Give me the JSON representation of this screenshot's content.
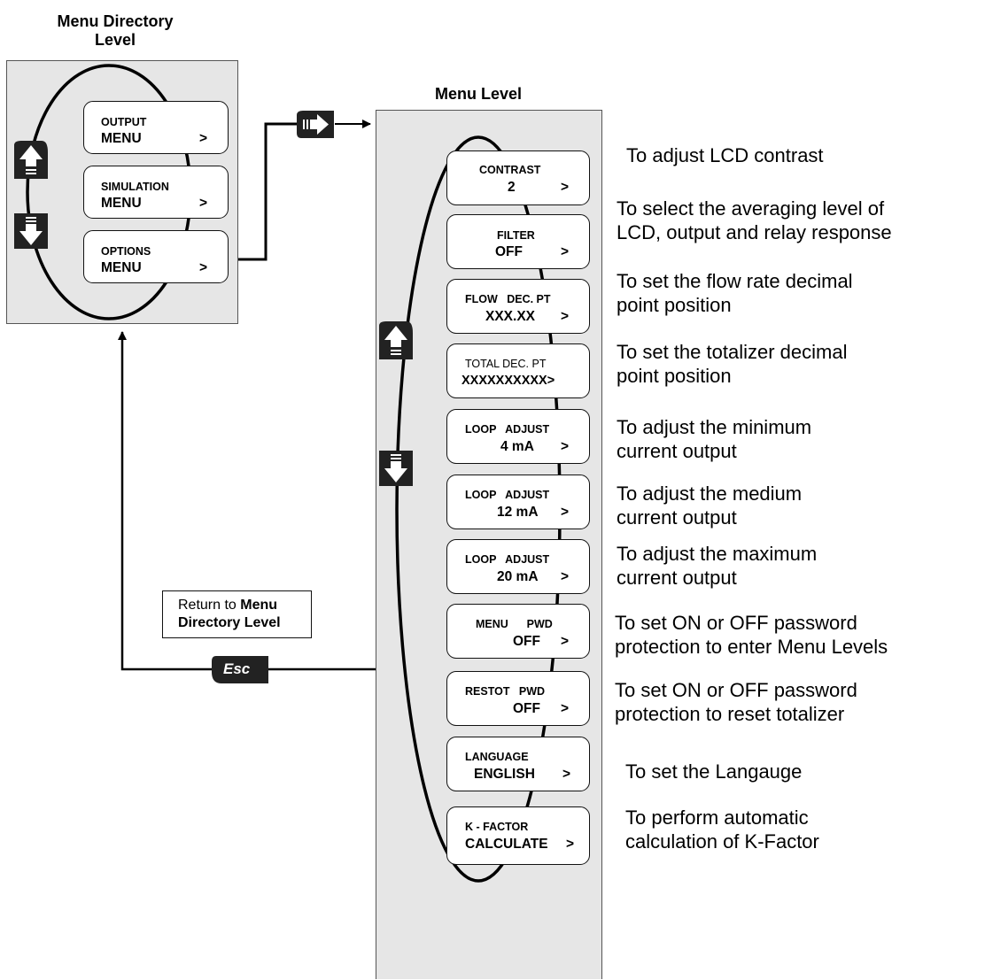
{
  "directory": {
    "title": [
      "Menu Directory",
      "Level"
    ],
    "items": [
      {
        "line1": "OUTPUT",
        "line2": "MENU",
        "arrow": ">"
      },
      {
        "line1": "SIMULATION",
        "line2": "MENU",
        "arrow": ">"
      },
      {
        "line1": "OPTIONS",
        "line2": "MENU",
        "arrow": ">"
      }
    ]
  },
  "menu_level": {
    "title": "Menu Level",
    "items": [
      {
        "line1": "CONTRAST",
        "line2": "2",
        "arrow": ">",
        "description": [
          "To adjust LCD contrast"
        ]
      },
      {
        "line1": "FILTER",
        "line2": "OFF",
        "arrow": ">",
        "description": [
          "To select the averaging level of",
          "LCD, output and relay response"
        ]
      },
      {
        "line1": "FLOW   DEC. PT",
        "line2": "XXX.XX",
        "arrow": ">",
        "description": [
          "To set the flow rate decimal",
          "point position"
        ]
      },
      {
        "line1": "TOTAL DEC. PT",
        "line2": "XXXXXXXXXX>",
        "arrow": "",
        "description": [
          "To set the totalizer decimal",
          "point position"
        ]
      },
      {
        "line1": "LOOP   ADJUST",
        "line2": "4 mA",
        "arrow": ">",
        "description": [
          "To adjust the minimum",
          "current output"
        ]
      },
      {
        "line1": "LOOP   ADJUST",
        "line2": "12 mA",
        "arrow": ">",
        "description": [
          "To adjust the medium",
          "current output"
        ]
      },
      {
        "line1": "LOOP   ADJUST",
        "line2": "20 mA",
        "arrow": ">",
        "description": [
          "To adjust the maximum",
          "current output"
        ]
      },
      {
        "line1": "MENU      PWD",
        "line2": "OFF",
        "arrow": ">",
        "description": [
          "To set ON or OFF password",
          "protection to enter Menu Levels"
        ]
      },
      {
        "line1": "RESTOT   PWD",
        "line2": "OFF",
        "arrow": ">",
        "description": [
          "To set ON or OFF password",
          "protection to reset totalizer"
        ]
      },
      {
        "line1": "LANGUAGE",
        "line2": "ENGLISH",
        "arrow": ">",
        "description": [
          "To set the Langauge"
        ]
      },
      {
        "line1": "K - FACTOR",
        "line2": "CALCULATE",
        "arrow": ">",
        "description": [
          "To perform automatic",
          "calculation of K-Factor"
        ]
      }
    ]
  },
  "return_box": {
    "prefix": "Return to ",
    "bold1": "Menu",
    "bold2": "Directory Level"
  },
  "esc_key": {
    "label": "Esc"
  },
  "icons": {
    "up": "up-arrow-key-icon",
    "down": "down-arrow-key-icon",
    "enter": "enter-right-arrow-key-icon",
    "esc": "esc-key-icon"
  }
}
